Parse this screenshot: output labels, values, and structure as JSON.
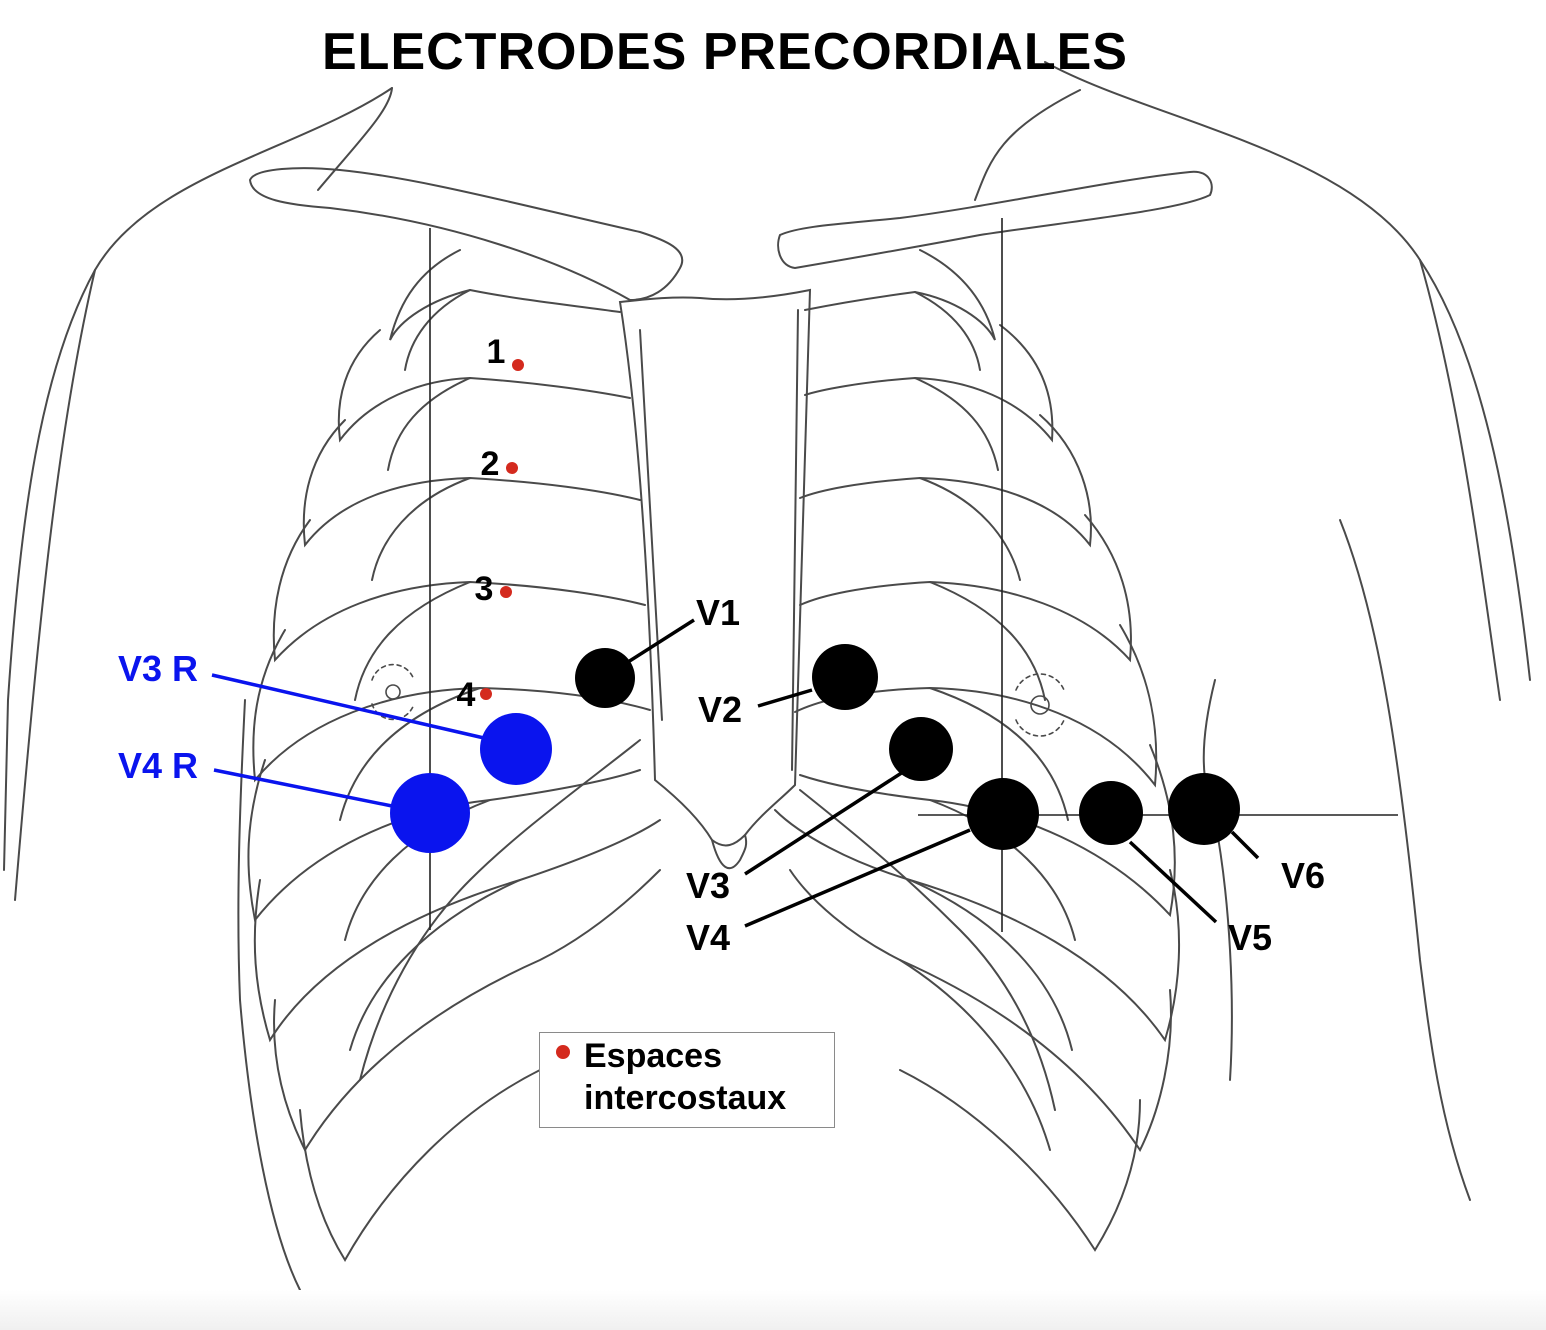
{
  "title": "ELECTRODES  PRECORDIALES",
  "colors": {
    "line": "#4a4a4a",
    "electrode_standard": "#000000",
    "electrode_right": "#0a14ee",
    "intercostal_marker": "#d42a1e"
  },
  "intercostal_spaces": [
    {
      "label": "1"
    },
    {
      "label": "2"
    },
    {
      "label": "3"
    },
    {
      "label": "4"
    }
  ],
  "electrodes": [
    {
      "label": "V1",
      "type": "standard"
    },
    {
      "label": "V2",
      "type": "standard"
    },
    {
      "label": "V3",
      "type": "standard"
    },
    {
      "label": "V4",
      "type": "standard"
    },
    {
      "label": "V5",
      "type": "standard"
    },
    {
      "label": "V6",
      "type": "standard"
    },
    {
      "label": "V3 R",
      "type": "right"
    },
    {
      "label": "V4 R",
      "type": "right"
    }
  ],
  "legend": {
    "marker_label": "Espaces\nintercostaux"
  }
}
